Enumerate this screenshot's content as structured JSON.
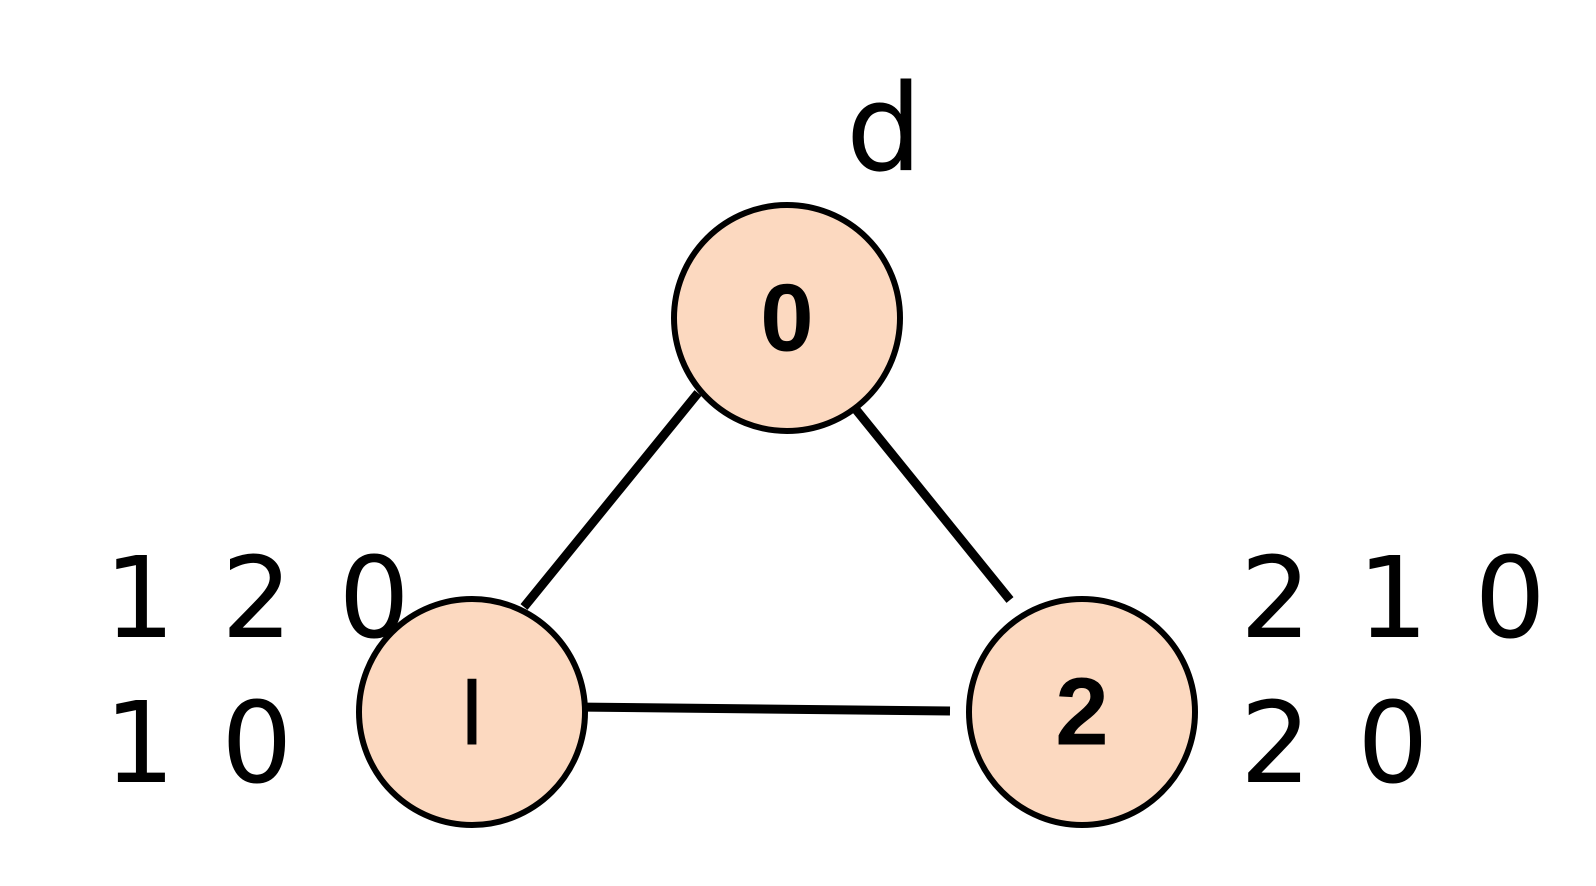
{
  "graph": {
    "top_label": "d",
    "nodes": [
      {
        "id": "node-0",
        "label": "0",
        "fill": "#fcd9c0"
      },
      {
        "id": "node-1",
        "label": "I",
        "fill": "#fcd9c0"
      },
      {
        "id": "node-2",
        "label": "2",
        "fill": "#fcd9c0"
      }
    ],
    "edges": [
      {
        "from": "0",
        "to": "1"
      },
      {
        "from": "0",
        "to": "2"
      },
      {
        "from": "1",
        "to": "2"
      }
    ],
    "paths_left": [
      "120",
      "10"
    ],
    "paths_right": [
      "210",
      "20"
    ]
  }
}
